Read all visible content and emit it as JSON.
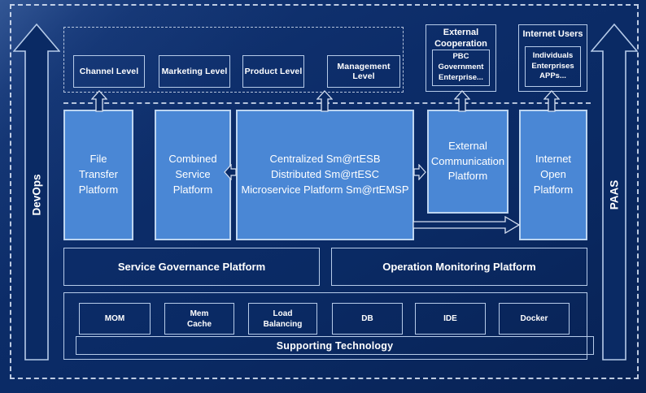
{
  "colors": {
    "background": "#0a2a64",
    "platform_blue": "#4a87d5",
    "platform_border": "#bdd5f0",
    "dark_box_border": "#b6cbe9",
    "dashed_line": "#d7e1f2",
    "text": "#ffffff"
  },
  "rails": {
    "left": "DevOps",
    "right": "PAAS"
  },
  "levels": {
    "items": [
      "Channel Level",
      "Marketing Level",
      "Product Level",
      "Management Level"
    ]
  },
  "external_cooperation": {
    "title_line1": "External",
    "title_line2": "Cooperation",
    "body_line1": "PBC Government",
    "body_line2": "Enterprise..."
  },
  "internet_users": {
    "title": "Internet Users",
    "body_line1": "Individuals",
    "body_line2": "Enterprises",
    "body_line3": "APPs..."
  },
  "platforms": {
    "file_transfer": {
      "line1": "File",
      "line2": "Transfer",
      "line3": "Platform"
    },
    "combined_service": {
      "line1": "Combined",
      "line2": "Service",
      "line3": "Platform"
    },
    "central": {
      "line1": "Centralized Sm@rtESB",
      "line2": "Distributed Sm@rtESC",
      "line3": "Microservice Platform Sm@rtEMSP"
    },
    "external_communication": {
      "line1": "External",
      "line2": "Communication",
      "line3": "Platform"
    },
    "internet_open": {
      "line1": "Internet",
      "line2": "Open",
      "line3": "Platform"
    }
  },
  "governance": {
    "service": "Service Governance Platform",
    "operation": "Operation Monitoring Platform"
  },
  "supporting": {
    "mom": "MOM",
    "mem_cache_line1": "Mem",
    "mem_cache_line2": "Cache",
    "load_balancing_line1": "Load",
    "load_balancing_line2": "Balancing",
    "db": "DB",
    "ide": "IDE",
    "docker": "Docker",
    "bar": "Supporting Technology"
  }
}
